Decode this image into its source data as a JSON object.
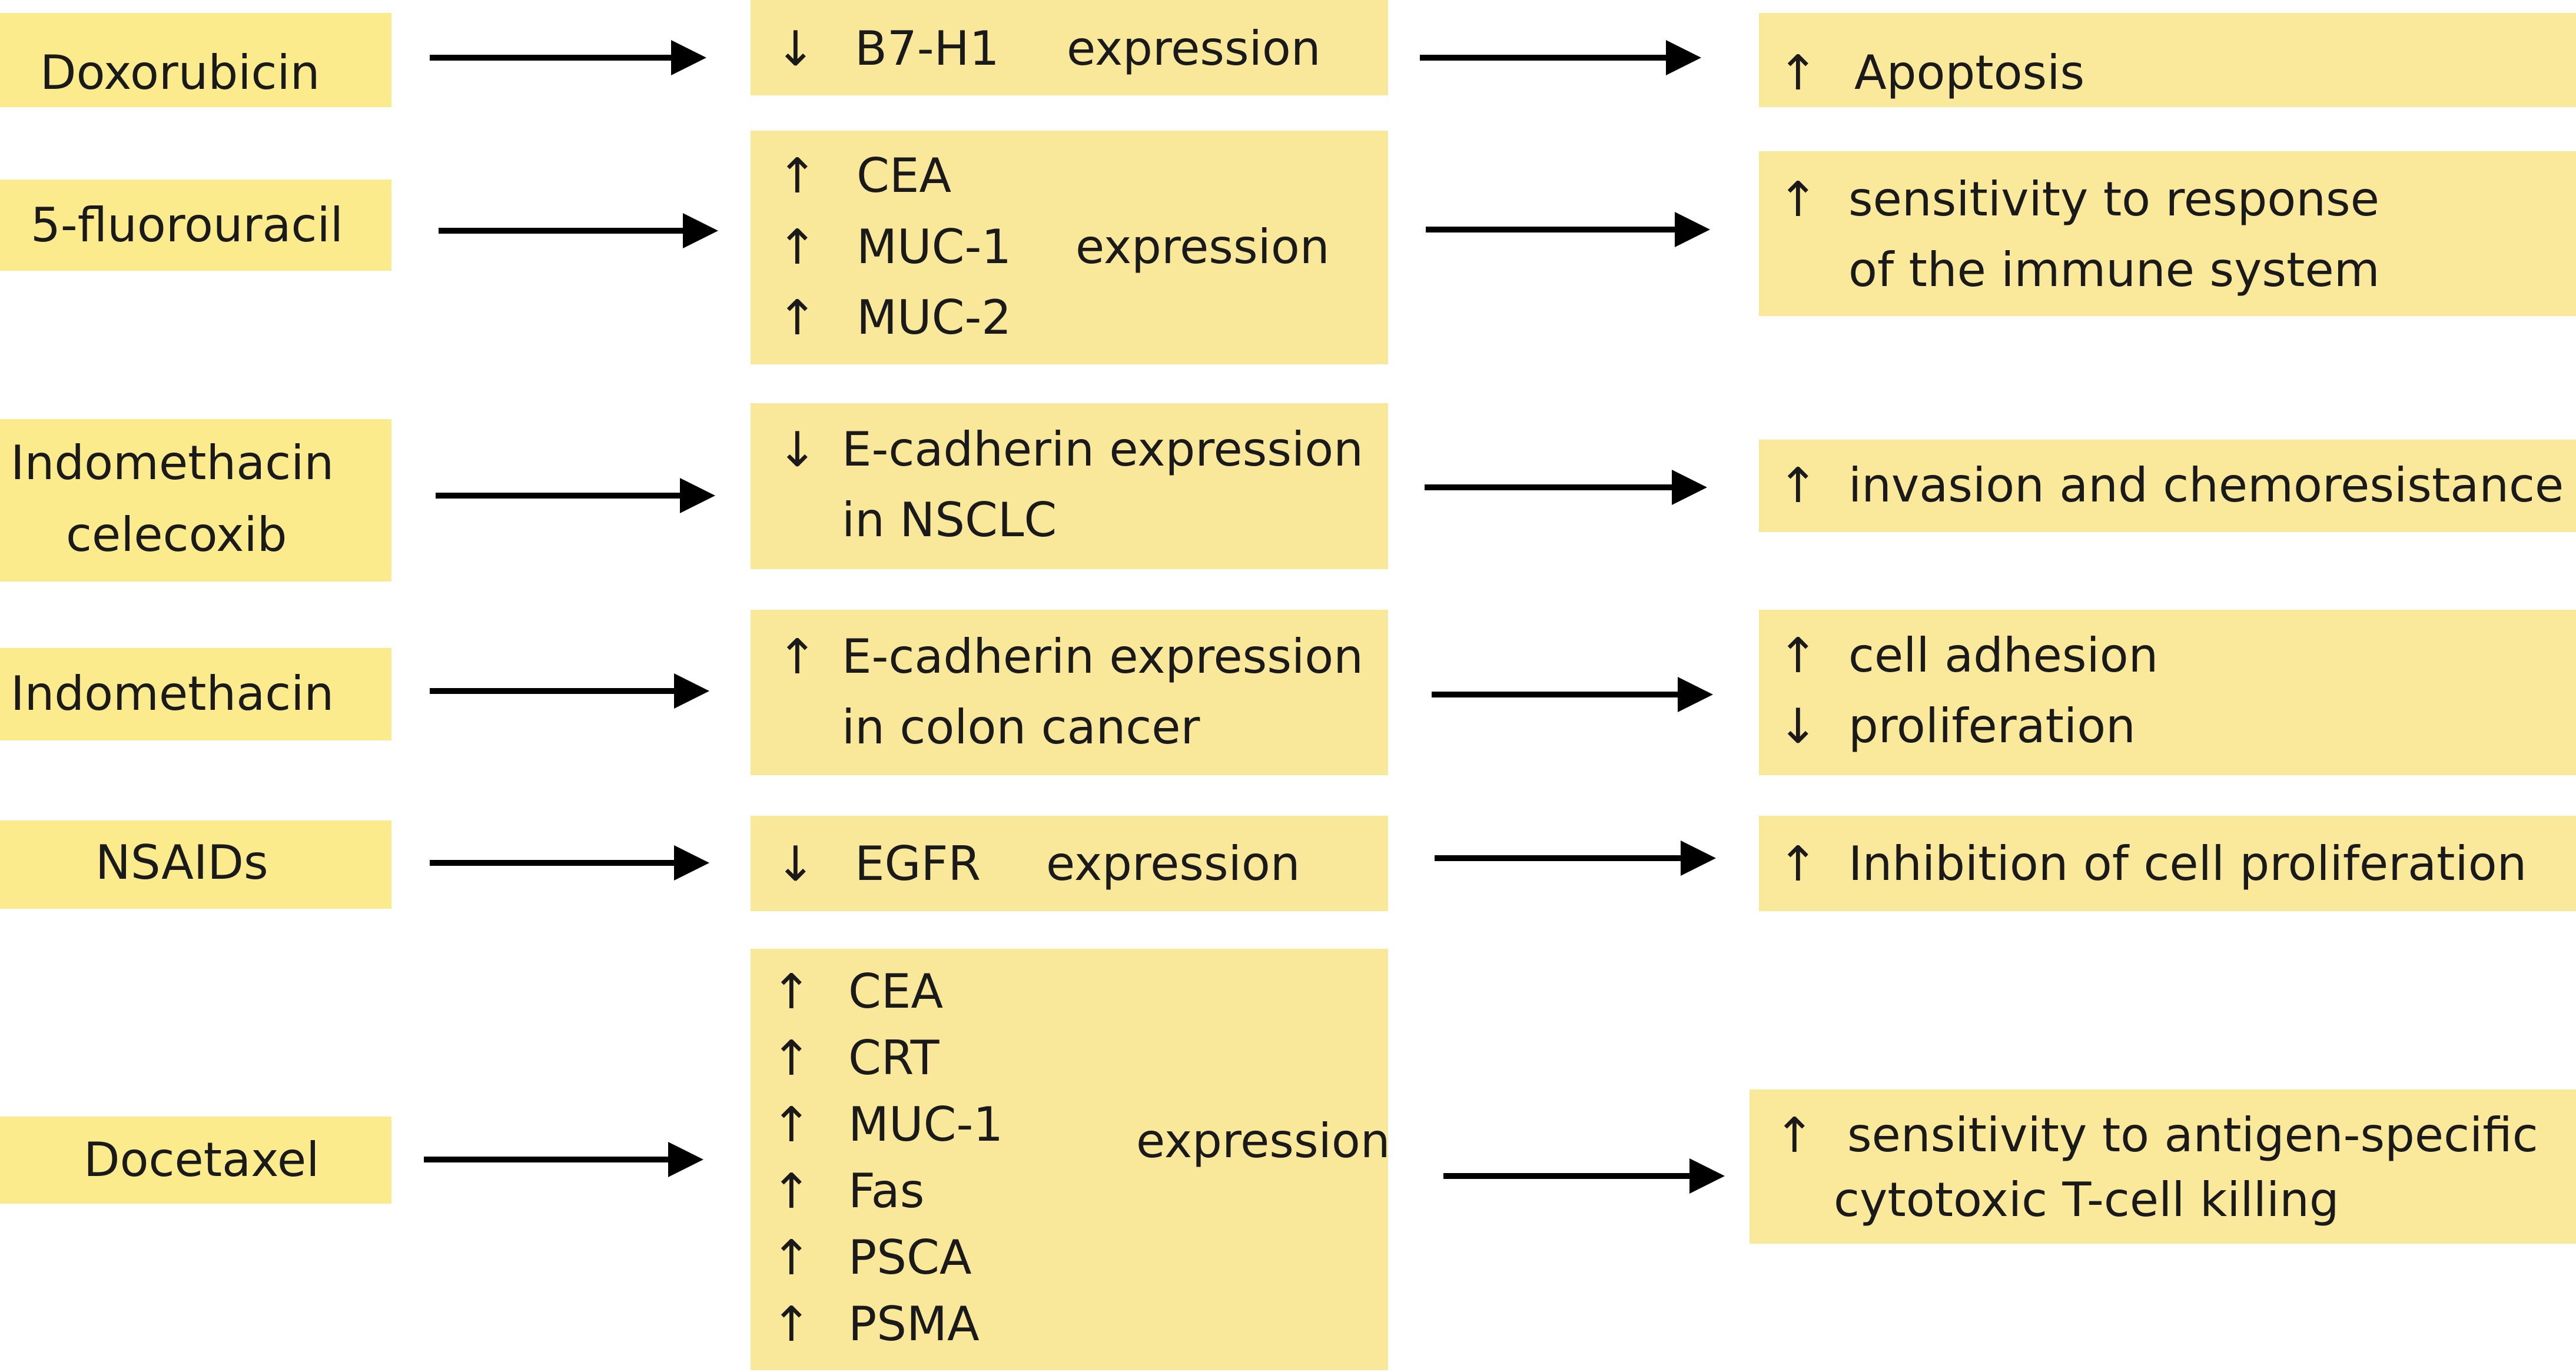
{
  "rows": [
    {
      "drug": [
        "Doxorubicin"
      ],
      "mechanism": [
        {
          "symbol": "↓",
          "text": "B7-H1"
        }
      ],
      "mechanism_suffix": "expression",
      "result": [
        {
          "symbol": "↑",
          "text": "Apoptosis"
        }
      ]
    },
    {
      "drug": [
        "5-fluorouracil"
      ],
      "mechanism": [
        {
          "symbol": "↑",
          "text": "CEA"
        },
        {
          "symbol": "↑",
          "text": "MUC-1"
        },
        {
          "symbol": "↑",
          "text": "MUC-2"
        }
      ],
      "mechanism_suffix": "expression",
      "result": [
        {
          "symbol": "↑",
          "text": "sensitivity to response"
        },
        {
          "symbol": "",
          "text": "of the immune system"
        }
      ]
    },
    {
      "drug": [
        "Indomethacin",
        "celecoxib"
      ],
      "mechanism": [
        {
          "symbol": "↓",
          "text": "E-cadherin expression"
        },
        {
          "symbol": "",
          "text": "in NSCLC"
        }
      ],
      "mechanism_suffix": "",
      "result": [
        {
          "symbol": "↑",
          "text": "invasion and chemoresistance"
        }
      ]
    },
    {
      "drug": [
        "Indomethacin"
      ],
      "mechanism": [
        {
          "symbol": "↑",
          "text": "E-cadherin expression"
        },
        {
          "symbol": "",
          "text": "in colon cancer"
        }
      ],
      "mechanism_suffix": "",
      "result": [
        {
          "symbol": "↑",
          "text": "cell adhesion"
        },
        {
          "symbol": "↓",
          "text": "proliferation"
        }
      ]
    },
    {
      "drug": [
        "NSAIDs"
      ],
      "mechanism": [
        {
          "symbol": "↓",
          "text": "EGFR"
        }
      ],
      "mechanism_suffix": "expression",
      "result": [
        {
          "symbol": "↑",
          "text": "Inhibition of cell proliferation"
        }
      ]
    },
    {
      "drug": [
        "Docetaxel"
      ],
      "mechanism": [
        {
          "symbol": "↑",
          "text": "CEA"
        },
        {
          "symbol": "↑",
          "text": "CRT"
        },
        {
          "symbol": "↑",
          "text": "MUC-1"
        },
        {
          "symbol": "↑",
          "text": "Fas"
        },
        {
          "symbol": "↑",
          "text": "PSCA"
        },
        {
          "symbol": "↑",
          "text": "PSMA"
        }
      ],
      "mechanism_suffix": "expression",
      "result": [
        {
          "symbol": "↑",
          "text": "sensitivity to antigen-specific"
        },
        {
          "symbol": "",
          "text": "cytotoxic T-cell killing"
        }
      ]
    }
  ],
  "colors": {
    "box_fill": "#fbe990",
    "arrow": "#000000",
    "text": "#1a1a1a"
  }
}
